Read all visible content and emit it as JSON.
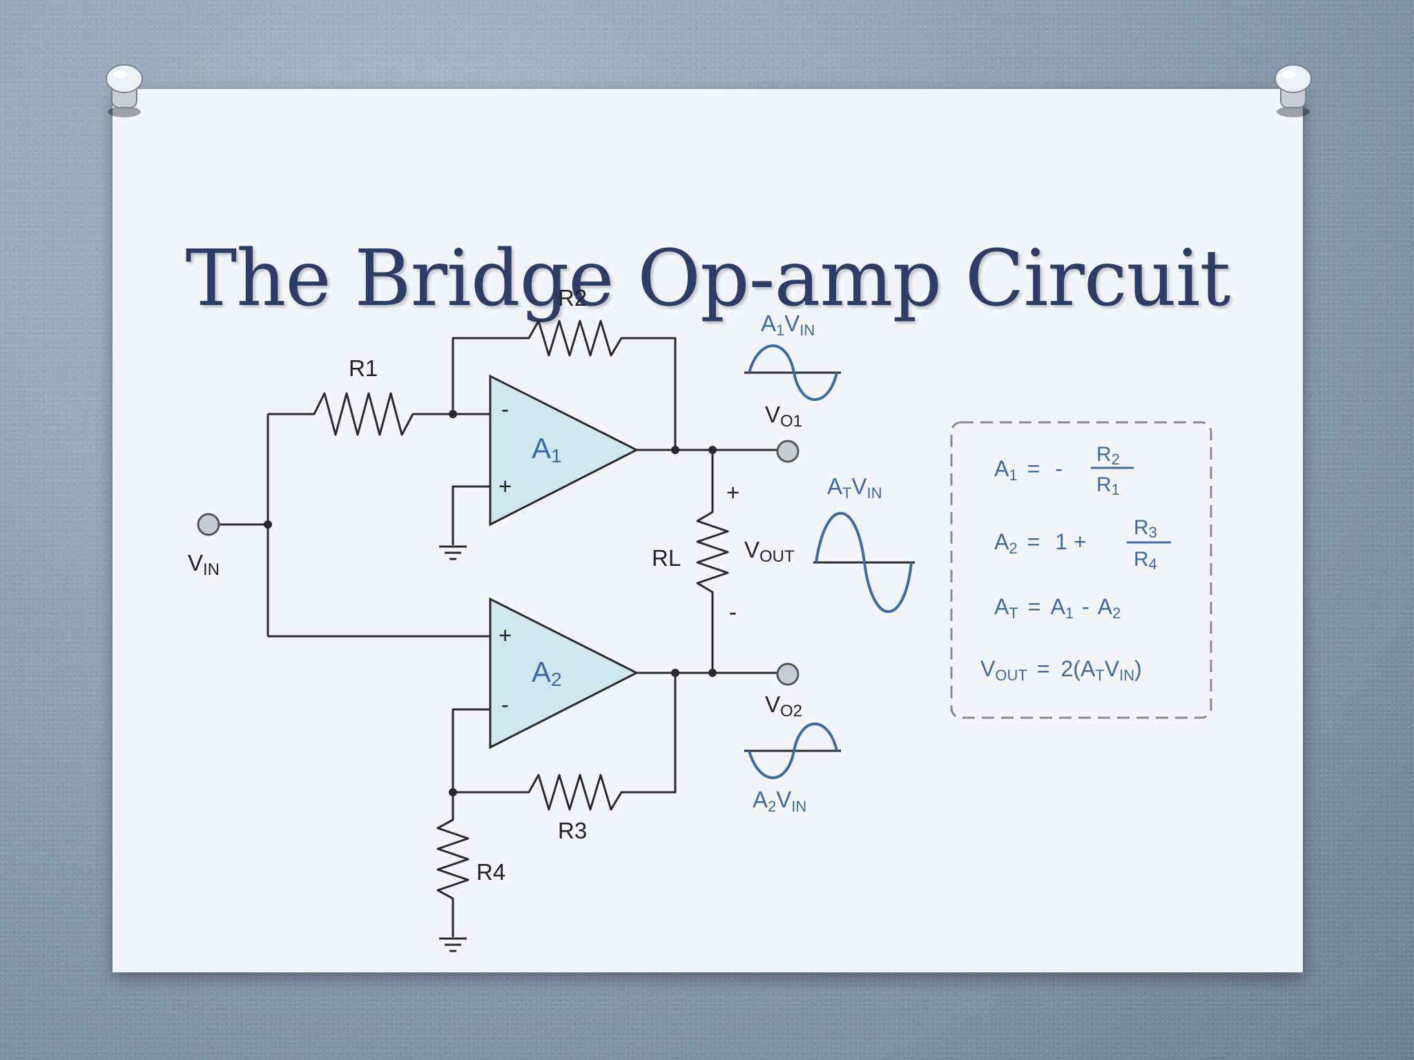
{
  "slide": {
    "title": "The Bridge Op-amp Circuit"
  },
  "colors": {
    "wire": "#2a2a2a",
    "opamp_fill": "#cfe7ef",
    "accent_blue": "#3b6aa8",
    "title": "#2c3e68",
    "dashed_box": "#8a8a8a"
  },
  "circuit": {
    "r1": "R1",
    "r2": "R2",
    "r3": "R3",
    "r4": "R4",
    "rl": "RL",
    "a1": {
      "main": "A",
      "sub": "1"
    },
    "a2": {
      "main": "A",
      "sub": "2"
    },
    "vin": {
      "main": "V",
      "sub": "IN"
    },
    "vo1": {
      "main": "V",
      "sub": "O1"
    },
    "vo2": {
      "main": "V",
      "sub": "O2"
    },
    "vout": {
      "main": "V",
      "sub": "OUT"
    },
    "plus": "+",
    "minus": "-"
  },
  "waveforms": {
    "a1vin": {
      "a": "A",
      "asub": "1",
      "v": "V",
      "vsub": "IN"
    },
    "atvin": {
      "a": "A",
      "asub": "T",
      "v": "V",
      "vsub": "IN"
    },
    "a2vin": {
      "a": "A",
      "asub": "2",
      "v": "V",
      "vsub": "IN"
    }
  },
  "formulas": {
    "eq1": {
      "lhs": "A",
      "lhs_sub": "1",
      "op": "=",
      "sign": "-",
      "num": "R",
      "num_sub": "2",
      "den": "R",
      "den_sub": "1"
    },
    "eq2": {
      "lhs": "A",
      "lhs_sub": "2",
      "op": "=",
      "prefix": "1 +",
      "num": "R",
      "num_sub": "3",
      "den": "R",
      "den_sub": "4"
    },
    "eq3": {
      "lhs": "A",
      "lhs_sub": "T",
      "op": "=",
      "t1": "A",
      "t1_sub": "1",
      "minus": "-",
      "t2": "A",
      "t2_sub": "2"
    },
    "eq4": {
      "lhs": "V",
      "lhs_sub": "OUT",
      "op": "=",
      "pre": "2(A",
      "a_sub": "T",
      "v": "V",
      "v_sub": "IN",
      "close": ")"
    }
  },
  "icons": {
    "pins": "pushpin-icon"
  }
}
